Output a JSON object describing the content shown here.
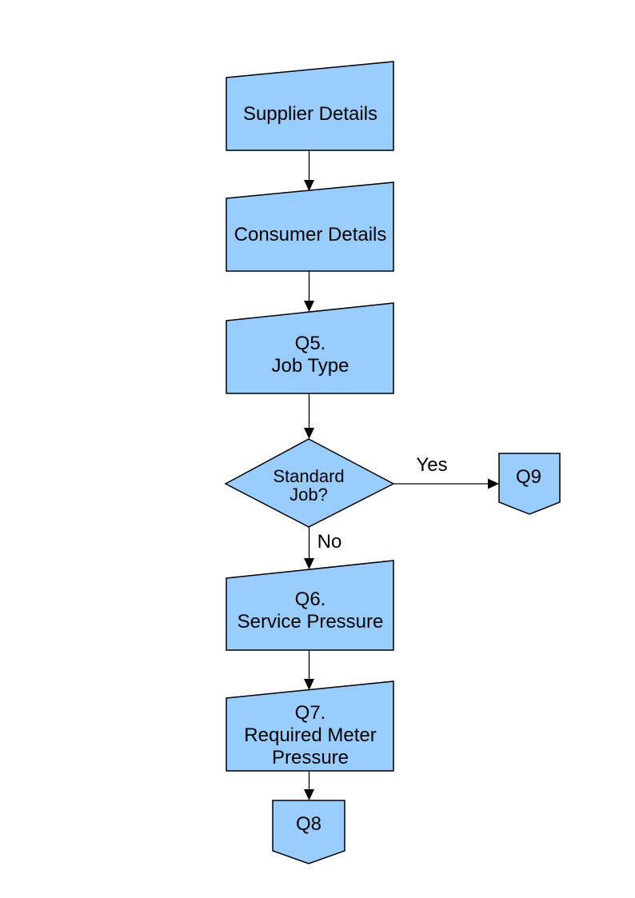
{
  "page": {
    "background_color": "#FFFFFF",
    "text_color": "#000000"
  },
  "diagram": {
    "node_fill_color": "#99CCFF",
    "node_border_color": "#000000",
    "connector_color": "#000000",
    "nodes": [
      {
        "id": "supplier-details",
        "shape": "manual-input-box",
        "label": "Supplier Details"
      },
      {
        "id": "consumer-details",
        "shape": "manual-input-box",
        "label": "Consumer Details"
      },
      {
        "id": "q5-job-type",
        "shape": "manual-input-box",
        "label": "Q5.\nJob Type"
      },
      {
        "id": "standard-job-decision",
        "shape": "decision-diamond",
        "label": "Standard\nJob?"
      },
      {
        "id": "q9-offpage-connector",
        "shape": "offpage-connector",
        "label": "Q9"
      },
      {
        "id": "q6-service-pressure",
        "shape": "manual-input-box",
        "label": "Q6.\nService Pressure"
      },
      {
        "id": "q7-required-meter-pressure",
        "shape": "manual-input-box",
        "label": "Q7.\nRequired Meter\nPressure"
      },
      {
        "id": "q8-offpage-connector",
        "shape": "offpage-connector",
        "label": "Q8"
      }
    ],
    "edges": [
      {
        "from": "supplier-details",
        "to": "consumer-details"
      },
      {
        "from": "consumer-details",
        "to": "q5-job-type"
      },
      {
        "from": "q5-job-type",
        "to": "standard-job-decision"
      },
      {
        "from": "standard-job-decision",
        "to": "q9-offpage-connector",
        "label": "Yes"
      },
      {
        "from": "standard-job-decision",
        "to": "q6-service-pressure",
        "label": "No"
      },
      {
        "from": "q6-service-pressure",
        "to": "q7-required-meter-pressure"
      },
      {
        "from": "q7-required-meter-pressure",
        "to": "q8-offpage-connector"
      }
    ]
  }
}
